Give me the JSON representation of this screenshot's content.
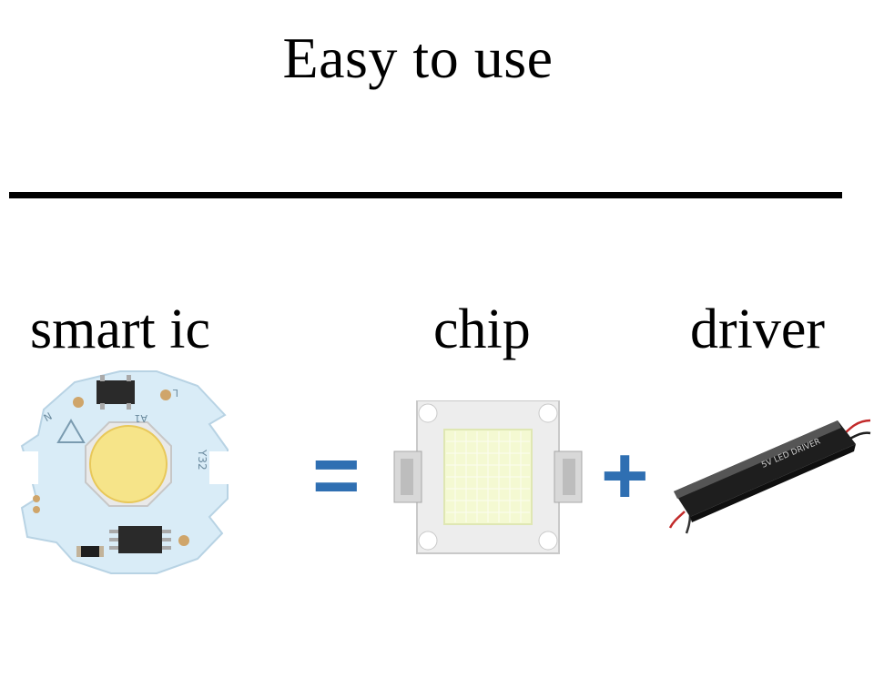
{
  "title": "Easy to use",
  "labels": {
    "smart_ic": "smart ic",
    "chip": "chip",
    "driver": "driver"
  },
  "operators": {
    "equals": "=",
    "plus": "+"
  },
  "board_markings": {
    "a1": "A1",
    "y32": "Y32",
    "l": "L",
    "n": "N"
  },
  "driver_markings": "5V LED DRIVER",
  "icons": [
    "smart-ic-board-icon",
    "cob-led-chip-icon",
    "led-driver-box-icon"
  ],
  "colors": {
    "operator_blue": "#2f6fb2",
    "led_yellow": "#f6e489",
    "chip_white": "#f4f9d2",
    "board_blue": "#d9ecf7",
    "driver_black": "#1e1e1e"
  }
}
